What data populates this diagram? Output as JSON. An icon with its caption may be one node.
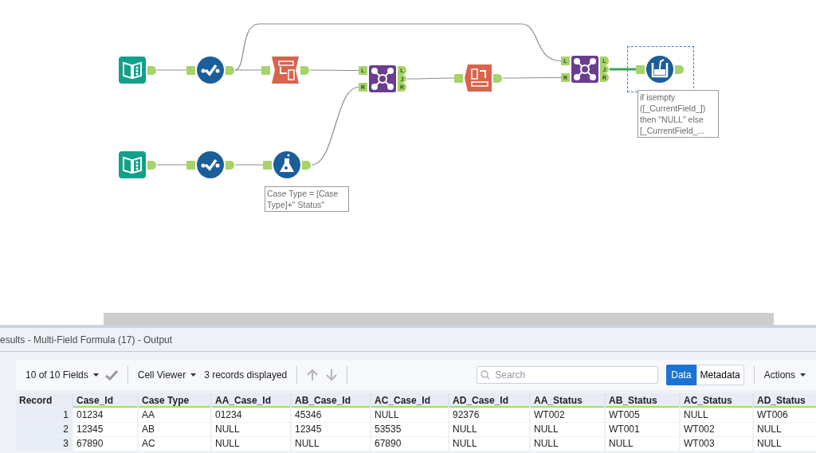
{
  "diagram": {
    "nodes": [
      {
        "text": [],
        "shape": "picture"
      },
      {
        "text": [],
        "shape": "picture"
      },
      {
        "text": [],
        "shape": "picture"
      },
      {
        "text": [],
        "shape": "picture"
      },
      {
        "text": [],
        "shape": "picture"
      },
      {
        "text": [],
        "shape": "picture"
      },
      {
        "text": [],
        "shape": "picture",
        "beside": [
          "Case Type = [Case Type]+\" Status\""
        ]
      },
      {
        "text": [],
        "shape": "picture"
      },
      {
        "text": [],
        "shape": "picture"
      },
      {
        "text": [],
        "shape": "picture",
        "beside": [
          "if isempty ([_CurrentField_]) then \"NULL\" else [_CurrentField_..."
        ]
      }
    ],
    "edges": [
      {
        "from": 0,
        "to": 1,
        "arrow": "none"
      },
      {
        "from": 1,
        "to": 2,
        "arrow": "none"
      },
      {
        "from": 1,
        "to": 8,
        "arrow": "none"
      },
      {
        "from": 2,
        "to": 3,
        "arrow": "none"
      },
      {
        "from": 6,
        "to": 3,
        "arrow": "none"
      },
      {
        "from": 3,
        "to": 7,
        "arrow": "none"
      },
      {
        "from": 7,
        "to": 8,
        "arrow": "none"
      },
      {
        "from": 8,
        "to": 9,
        "arrow": "none",
        "style": "thick",
        "color": "#3aa65a"
      },
      {
        "from": 4,
        "to": 5,
        "arrow": "none"
      },
      {
        "from": 5,
        "to": 6,
        "arrow": "none"
      }
    ],
    "labels": [
      "L",
      "R",
      "L",
      "J",
      "R",
      "L",
      "R",
      "L",
      "J",
      "R",
      "esults - Multi-Field Formula (17) - Output",
      "10 of 10 Fields",
      "Cell Viewer",
      "3 records displayed",
      "Search",
      "Data",
      "Metadata",
      "Actions",
      "Record",
      "Case_Id",
      "Case Type",
      "AA_Case_Id",
      "AB_Case_Id",
      "AC_Case_Id",
      "AD_Case_Id",
      "AA_Status",
      "AB_Status",
      "AC_Status",
      "AD_Status",
      "1",
      "01234",
      "AA",
      "01234",
      "45346",
      "NULL",
      "92376",
      "WT002",
      "WT005",
      "NULL",
      "WT006",
      "2",
      "12345",
      "AB",
      "NULL",
      "12345",
      "53535",
      "NULL",
      "NULL",
      "WT001",
      "WT002",
      "NULL",
      "3",
      "67890",
      "AC",
      "NULL",
      "NULL",
      "67890",
      "NULL",
      "NULL",
      "NULL",
      "WT003",
      "NULL"
    ]
  }
}
